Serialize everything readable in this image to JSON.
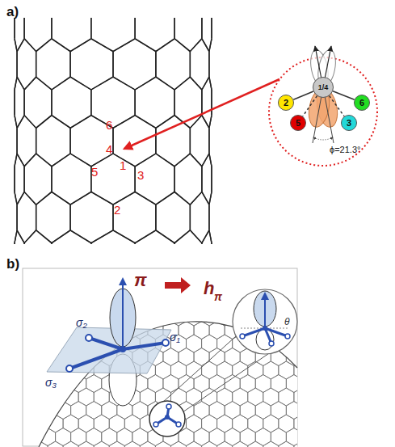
{
  "diagram": {
    "nodes": [
      {
        "text": [
          "1/4"
        ]
      },
      {
        "text": [
          "2"
        ]
      },
      {
        "text": [
          "6"
        ]
      },
      {
        "text": [
          "5"
        ]
      },
      {
        "text": [
          "3"
        ]
      }
    ],
    "edges": [
      {
        "from": 0,
        "to": 1,
        "arrow": "none"
      },
      {
        "from": 0,
        "to": 2,
        "arrow": "none"
      },
      {
        "from": 0,
        "to": 3,
        "arrow": "none"
      },
      {
        "from": 0,
        "to": 4,
        "arrow": "none"
      }
    ],
    "labels": [
      "a)",
      "6",
      "4",
      "5",
      "1",
      "3",
      "2",
      "ϕ=21.3°",
      "b)",
      "π",
      "σ₁",
      "σ₂",
      "σ₃",
      "h",
      "π",
      "θ"
    ]
  }
}
